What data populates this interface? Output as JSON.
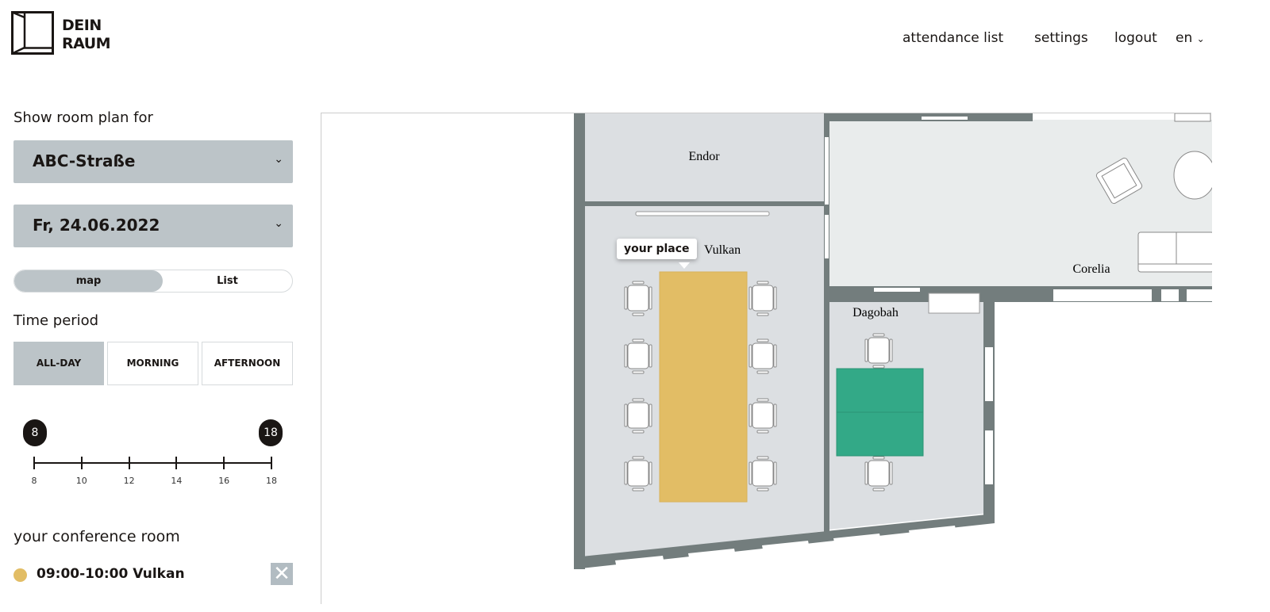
{
  "header": {
    "logo_text_line1": "DEIN",
    "logo_text_line2": "RAUM",
    "nav": [
      "attendance list",
      "settings",
      "logout"
    ],
    "language": "en"
  },
  "sidebar": {
    "show_label": "Show room plan for",
    "location": "ABC-Straße",
    "date": "Fr, 24.06.2022",
    "view_toggle": {
      "options": [
        "map",
        "List"
      ],
      "selected": "map"
    },
    "time_period_label": "Time period",
    "periods": [
      "ALL-DAY",
      "MORNING",
      "AFTERNOON"
    ],
    "selected_period": "ALL-DAY",
    "slider": {
      "min": 8,
      "max": 18,
      "start": 8,
      "end": 18,
      "ticks": [
        "8",
        "10",
        "12",
        "14",
        "16",
        "18"
      ],
      "start_label": "8",
      "end_label": "18"
    },
    "conference_label": "your conference room",
    "booking": {
      "text": "09:00-10:00 Vulkan",
      "color": "#e2bd65"
    }
  },
  "map": {
    "rooms": [
      "Endor",
      "Vulkan",
      "Corelia",
      "Dagobah"
    ],
    "tooltip": "your place",
    "colors": {
      "booked_own": "#e2bd65",
      "available": "#33a987",
      "wall": "#737d7d",
      "room": "#dcdfe2"
    }
  }
}
